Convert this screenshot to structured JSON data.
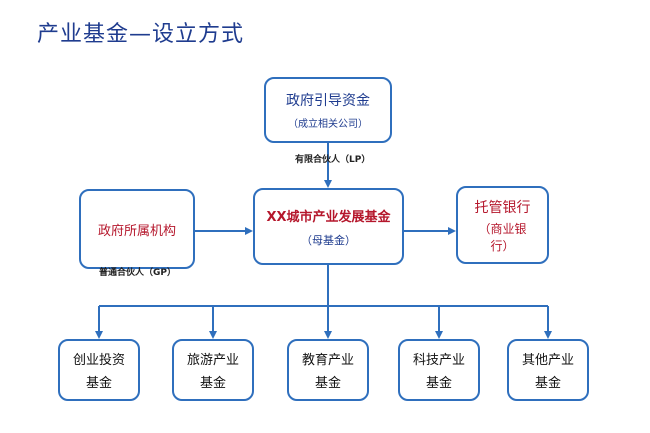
{
  "title": "产业基金—设立方式",
  "nodes": {
    "gov_fund": {
      "line1": "政府引导资金",
      "line2": "（成立相关公司）"
    },
    "gov_agency": {
      "line1": "政府所属机构"
    },
    "mother_fund": {
      "line1": "XX城市产业发展基金",
      "line2": "（母基金）"
    },
    "custody_bank": {
      "line1": "托管银行",
      "line2": "（商业银",
      "line3": "行）"
    },
    "sub_funds": [
      {
        "line1": "创业投资",
        "line2": "基金"
      },
      {
        "line1": "旅游产业",
        "line2": "基金"
      },
      {
        "line1": "教育产业",
        "line2": "基金"
      },
      {
        "line1": "科技产业",
        "line2": "基金"
      },
      {
        "line1": "其他产业",
        "line2": "基金"
      }
    ]
  },
  "labels": {
    "lp": "有限合伙人（LP）",
    "gp": "普通合伙人（GP）"
  },
  "colors": {
    "border": "#2f6fbd",
    "title": "#1f3c8f",
    "red": "#b5172c",
    "arrow": "#2f6fbd"
  }
}
